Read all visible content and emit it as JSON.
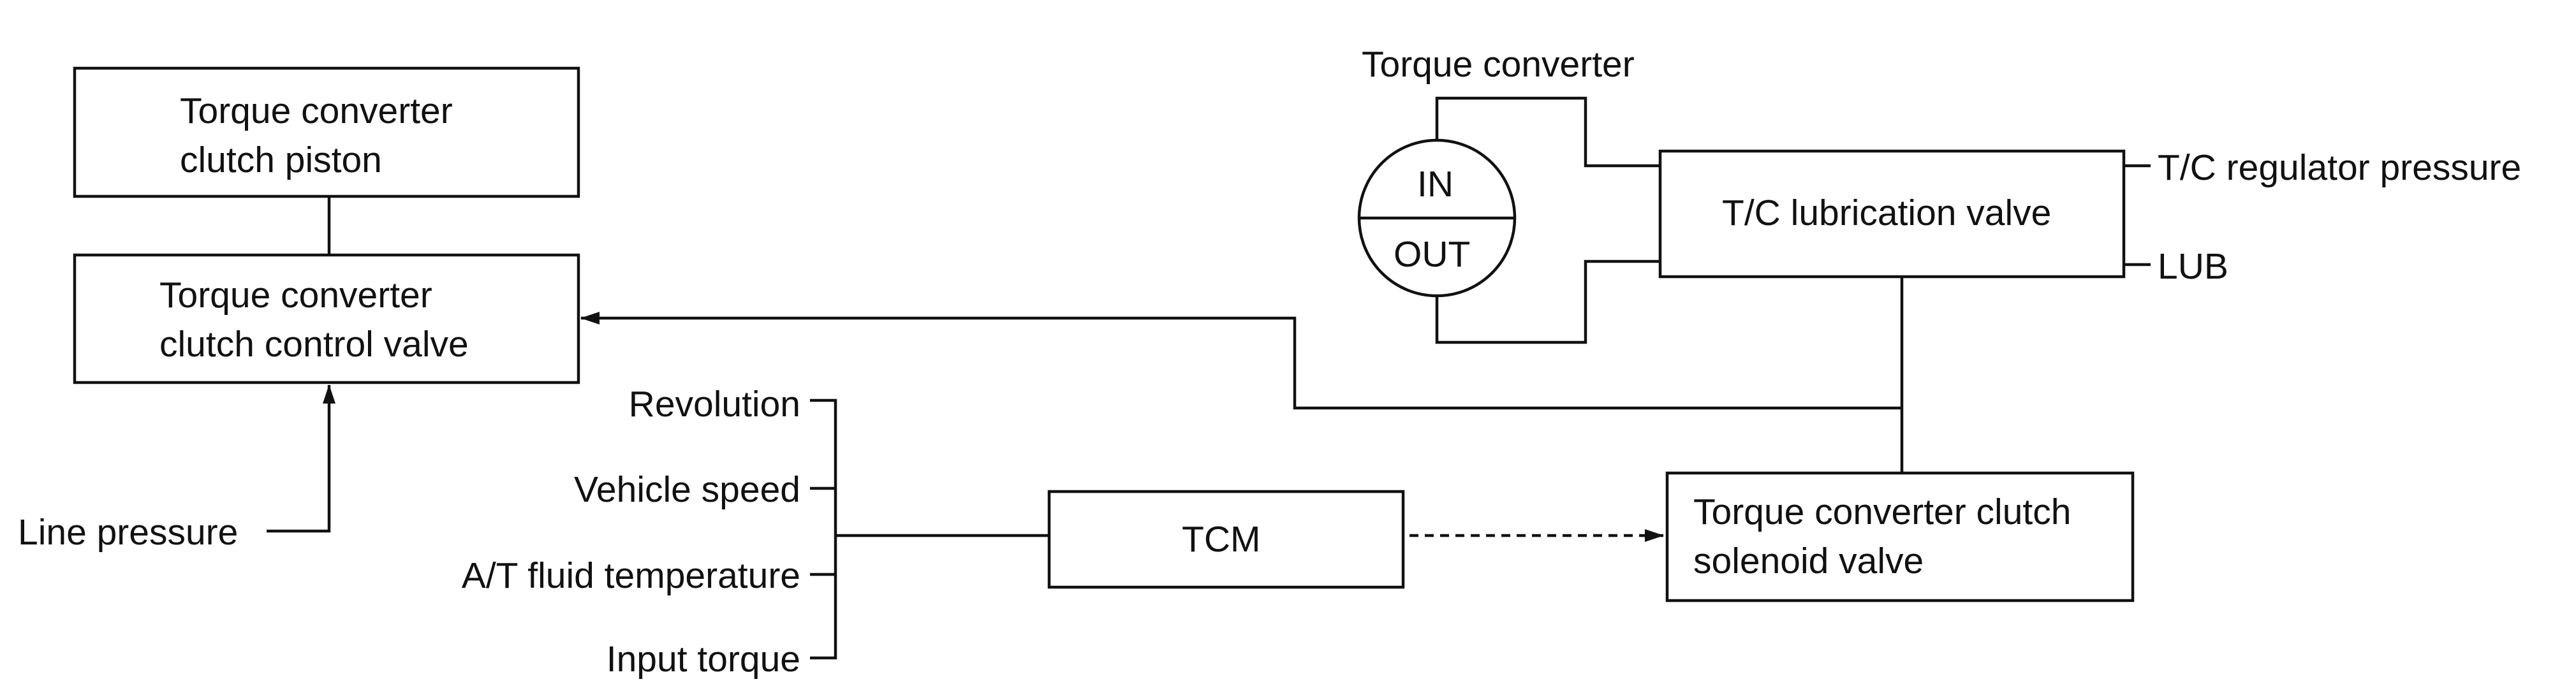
{
  "blocks": {
    "piston": [
      "Torque converter",
      "clutch piston"
    ],
    "control_valve": [
      "Torque converter",
      "clutch control valve"
    ],
    "lube_valve": "T/C lubrication valve",
    "tcm": "TCM",
    "solenoid": [
      "Torque converter clutch",
      "solenoid valve"
    ]
  },
  "torque_converter": {
    "label": "Torque converter",
    "in_label": "IN",
    "out_label": "OUT"
  },
  "signals": {
    "regulator_pressure": "T/C regulator pressure",
    "lub": "LUB",
    "line_pressure": "Line pressure"
  },
  "tcm_inputs": [
    "Revolution",
    "Vehicle speed",
    "A/T fluid temperature",
    "Input torque"
  ],
  "colors": {
    "ink": "#111111",
    "background": "#ffffff"
  }
}
